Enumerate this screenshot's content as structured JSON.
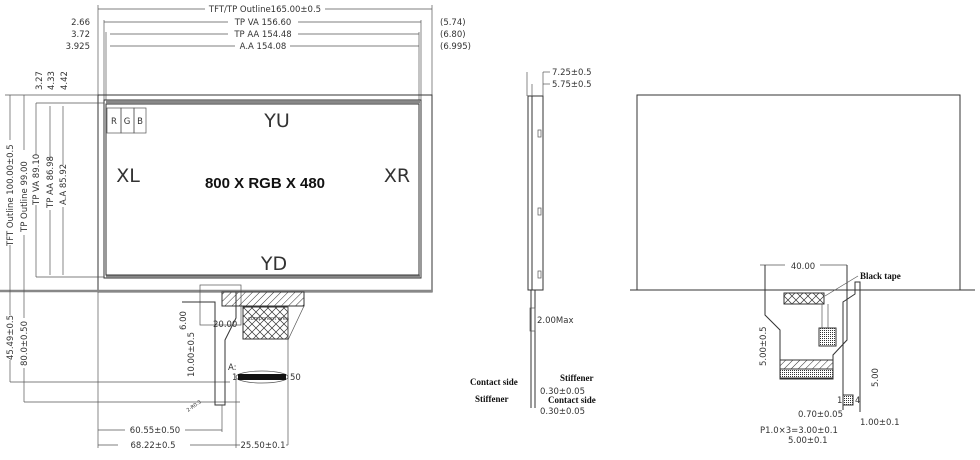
{
  "front_view": {
    "top_dims": {
      "outline": "TFT/TP Outline165.00±0.5",
      "tp_va": "TP VA 156.60",
      "tp_aa": "TP AA 154.48",
      "aa": "A.A 154.08",
      "left_offsets": [
        "2.66",
        "3.72",
        "3.925"
      ],
      "right_offsets": [
        "(5.74)",
        "(6.80)",
        "(6.995)"
      ]
    },
    "top_small_offsets": [
      "3.27",
      "4.33",
      "4.42"
    ],
    "left_dims": {
      "tft_outline": "TFT Outline 100.00±0.5",
      "tp_outline": "TP Outline 99.00",
      "tp_va": "TP VA 89.10",
      "tp_aa": "TP AA 86.98",
      "aa": "A.A 85.92",
      "fpc_1": "45.49±0.5",
      "fpc_2": "80.0±0.50"
    },
    "rgb": [
      "R",
      "G",
      "B"
    ],
    "labels": {
      "yu": "YU",
      "yd": "YD",
      "xl": "XL",
      "xr": "XR"
    },
    "resolution": "800 X RGB X 480",
    "fpc": {
      "dim_6": "6.00",
      "dim_20": "20.00",
      "component_area": "component area",
      "dim_10": "10.00±0.5",
      "pin_a": "A:",
      "pin_first": "1",
      "pin_last": "50",
      "dim_r": "2-R0.3",
      "dim_60": "60.55±0.50",
      "dim_68": "68.22±0.5",
      "dim_25": "25.50±0.1"
    }
  },
  "side_view": {
    "dim_725": "7.25±0.5",
    "dim_575": "5.75±0.5",
    "dim_2max": "2.00Max",
    "contact_side_1": "Contact side",
    "stiffener_1": "Stiffener",
    "dim_030_1": "0.30±0.05",
    "stiffener_2": "Stiffener",
    "contact_side_2": "Contact side",
    "dim_030_2": "0.30±0.05"
  },
  "back_view": {
    "dim_40": "40.00",
    "black_tape": "Black tape",
    "dim_5_05": "5.00±0.5",
    "dim_5": "5.00",
    "pin_first": "1",
    "pin_last": "4",
    "dim_070": "0.70±0.05",
    "dim_100": "1.00±0.1",
    "dim_pitch": "P1.0×3=3.00±0.1",
    "dim_500": "5.00±0.1"
  }
}
